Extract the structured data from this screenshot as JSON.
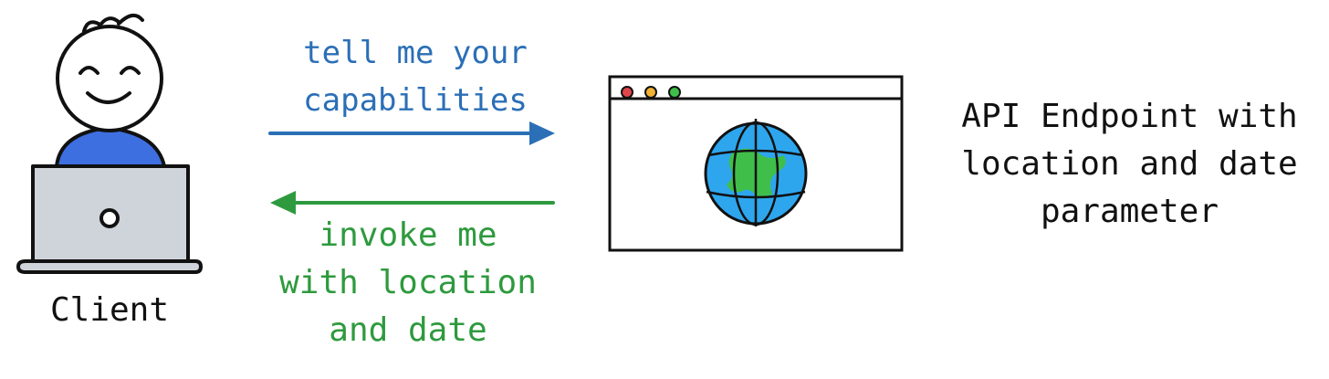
{
  "client": {
    "label": "Client"
  },
  "request": {
    "label": "tell me your\ncapabilities"
  },
  "response": {
    "label": "invoke me\nwith location\nand date"
  },
  "endpoint": {
    "label": "API Endpoint with\nlocation and date\nparameter"
  },
  "colors": {
    "request_arrow": "#2b6fb6",
    "response_arrow": "#2e9a3e",
    "shirt": "#3d6fe0",
    "laptop": "#cfd3da",
    "globe_ocean": "#2ea6ee",
    "globe_land": "#3fbf4a",
    "dot_red": "#e0454a",
    "dot_yellow": "#f2b233",
    "dot_green": "#3fbf4a"
  },
  "icons": {
    "client": "person-with-laptop-icon",
    "endpoint": "browser-window-globe-icon"
  }
}
